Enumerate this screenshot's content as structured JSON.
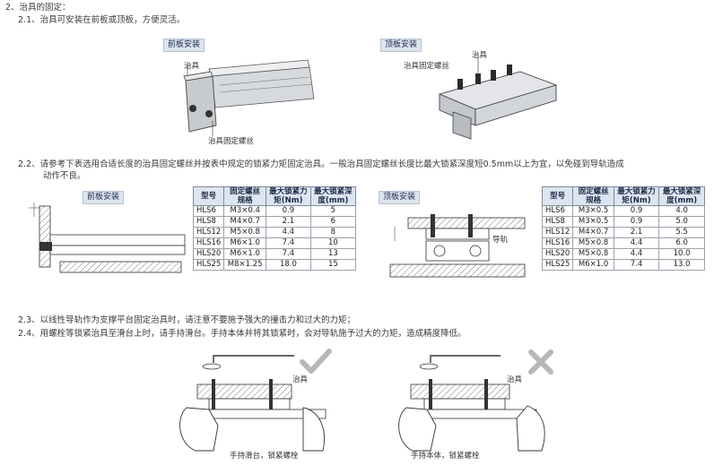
{
  "section": {
    "title": "2、治具的固定：",
    "p1": "2.1、治具可安装在前板或顶板，方便灵活。",
    "p2": "2.2、请参考下表选用合适长度的治具固定螺丝并按表中规定的锁紧力矩固定治具。一般治具固定螺丝长度比最大锁紧深度短0.5mm以上为宜，以免碰到导轨造成",
    "p2_cont": "动作不良。",
    "p3": "2.3、以线性导轨作为支撑平台固定治具时，请注意不要施予强大的撞击力和过大的力矩；",
    "p4": "2.4、用螺栓等锁紧治具至滑台上时，请手持滑台。手持本体并将其锁紧时，会对导轨施予过大的力矩，造成精度降低。"
  },
  "fig_front": {
    "header": "前板安装",
    "label_fixture": "治具",
    "label_screw": "治具固定螺丝"
  },
  "fig_top": {
    "header": "顶板安装",
    "label_fixture": "治具",
    "label_screw": "治具固定螺丝"
  },
  "table_front": {
    "header": "前板安装",
    "columns": [
      "型号",
      "固定螺丝规格",
      "最大锁紧力矩(Nm)",
      "最大锁紧深度(mm)"
    ],
    "rows": [
      [
        "HLS6",
        "M3×0.4",
        "0.9",
        "5"
      ],
      [
        "HLS8",
        "M4×0.7",
        "2.1",
        "6"
      ],
      [
        "HLS12",
        "M5×0.8",
        "4.4",
        "8"
      ],
      [
        "HLS16",
        "M6×1.0",
        "7.4",
        "10"
      ],
      [
        "HLS20",
        "M6×1.0",
        "7.4",
        "13"
      ],
      [
        "HLS25",
        "M8×1.25",
        "18.0",
        "15"
      ]
    ]
  },
  "table_top": {
    "header": "顶板安装",
    "label_rail": "导轨",
    "columns": [
      "型号",
      "固定螺丝规格",
      "最大锁紧力矩(Nm)",
      "最大锁紧深度(mm)"
    ],
    "rows": [
      [
        "HLS6",
        "M3×0.5",
        "0.9",
        "4.0"
      ],
      [
        "HLS8",
        "M3×0.5",
        "0.9",
        "5.0"
      ],
      [
        "HLS12",
        "M4×0.7",
        "2.1",
        "5.5"
      ],
      [
        "HLS16",
        "M5×0.8",
        "4.4",
        "6.0"
      ],
      [
        "HLS20",
        "M5×0.8",
        "4.4",
        "10.0"
      ],
      [
        "HLS25",
        "M6×1.0",
        "7.4",
        "13.0"
      ]
    ]
  },
  "hold_ok": {
    "label_fixture": "治具",
    "caption": "手持滑台，锁紧螺栓",
    "mark": "check-icon",
    "mark_color": "#b8b8b8"
  },
  "hold_ng": {
    "label_fixture": "治具",
    "caption": "手持本体，锁紧螺栓",
    "mark": "cross-icon",
    "mark_color": "#b8b8b8"
  },
  "colors": {
    "header_bg": "#dde4ee",
    "table_head_bg": "#dde5f0",
    "metal": "#c9ccd0",
    "dark": "#2b2b2b"
  }
}
